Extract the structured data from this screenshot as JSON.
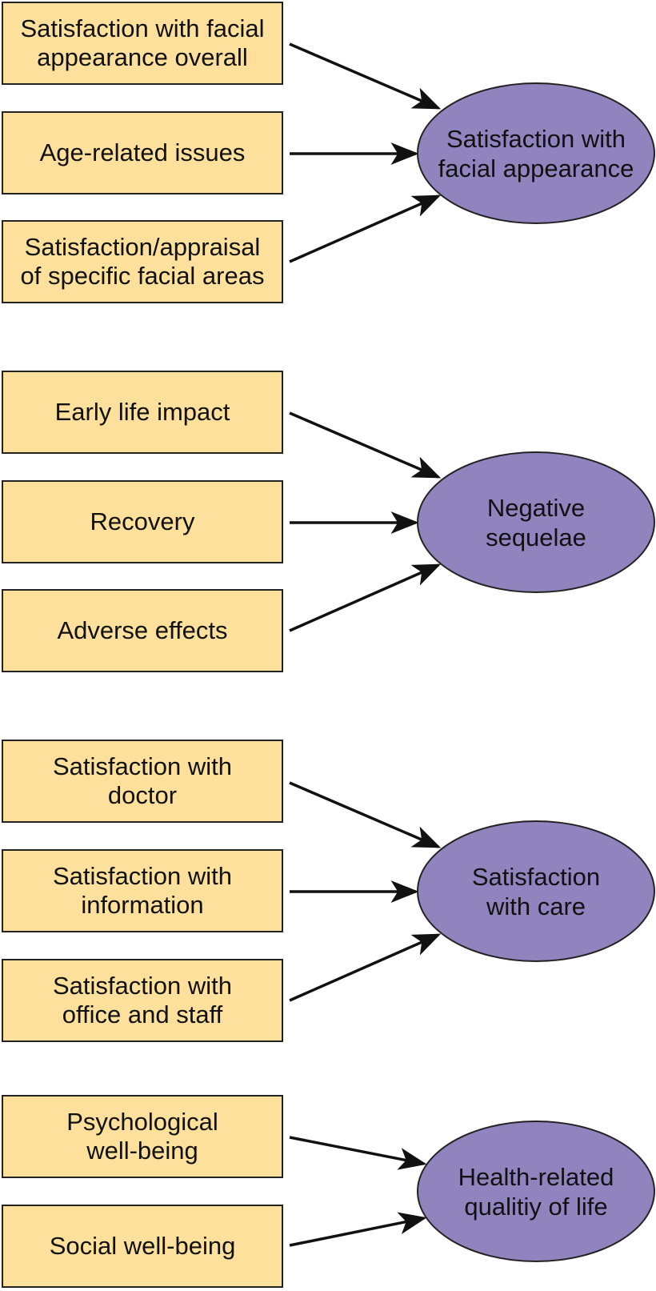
{
  "groups": [
    {
      "inputs": [
        "Satisfaction with facial\nappearance overall",
        "Age-related issues",
        "Satisfaction/appraisal\nof specific facial areas"
      ],
      "outcome": "Satisfaction with\nfacial appearance"
    },
    {
      "inputs": [
        "Early life impact",
        "Recovery",
        "Adverse effects"
      ],
      "outcome": "Negative\nsequelae"
    },
    {
      "inputs": [
        "Satisfaction with\ndoctor",
        "Satisfaction with\ninformation",
        "Satisfaction with\noffice and staff"
      ],
      "outcome": "Satisfaction\nwith care"
    },
    {
      "inputs": [
        "Psychological\nwell-being",
        "Social well-being"
      ],
      "outcome": "Health-related\nqualitiy of life"
    }
  ],
  "colors": {
    "box_fill": "#fde09b",
    "ellipse_fill": "#9183be",
    "stroke": "#222222"
  }
}
